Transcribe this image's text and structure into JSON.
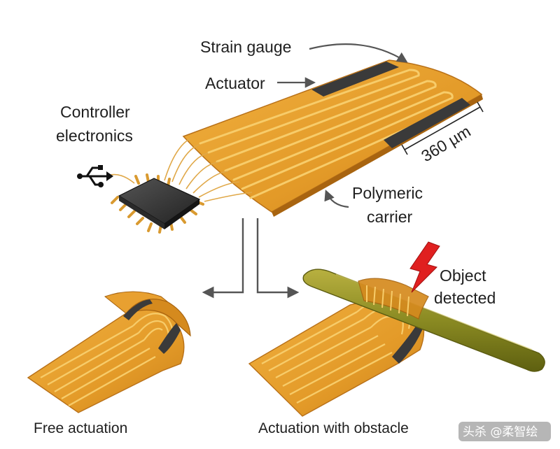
{
  "labels": {
    "strain_gauge": "Strain gauge",
    "actuator": "Actuator",
    "controller_line1": "Controller",
    "controller_line2": "electronics",
    "dimension": "360 µm",
    "polymeric_line1": "Polymeric",
    "polymeric_line2": "carrier",
    "object_line1": "Object",
    "object_line2": "detected",
    "free_actuation": "Free actuation",
    "actuation_with_obstacle": "Actuation with obstacle"
  },
  "watermark": {
    "text": "头杀 @柔智绘"
  },
  "icons": {
    "usb": "usb-icon",
    "lightning": "lightning-bolt-icon"
  },
  "colors": {
    "polyimide": "#e8a030",
    "polyimide_dark": "#c07818",
    "gold_trace": "#f5c860",
    "electrode": "#3a3a3a",
    "chip": "#333333",
    "arrow": "#555555",
    "bolt": "#e02020",
    "obstacle": "#8a8a20"
  }
}
